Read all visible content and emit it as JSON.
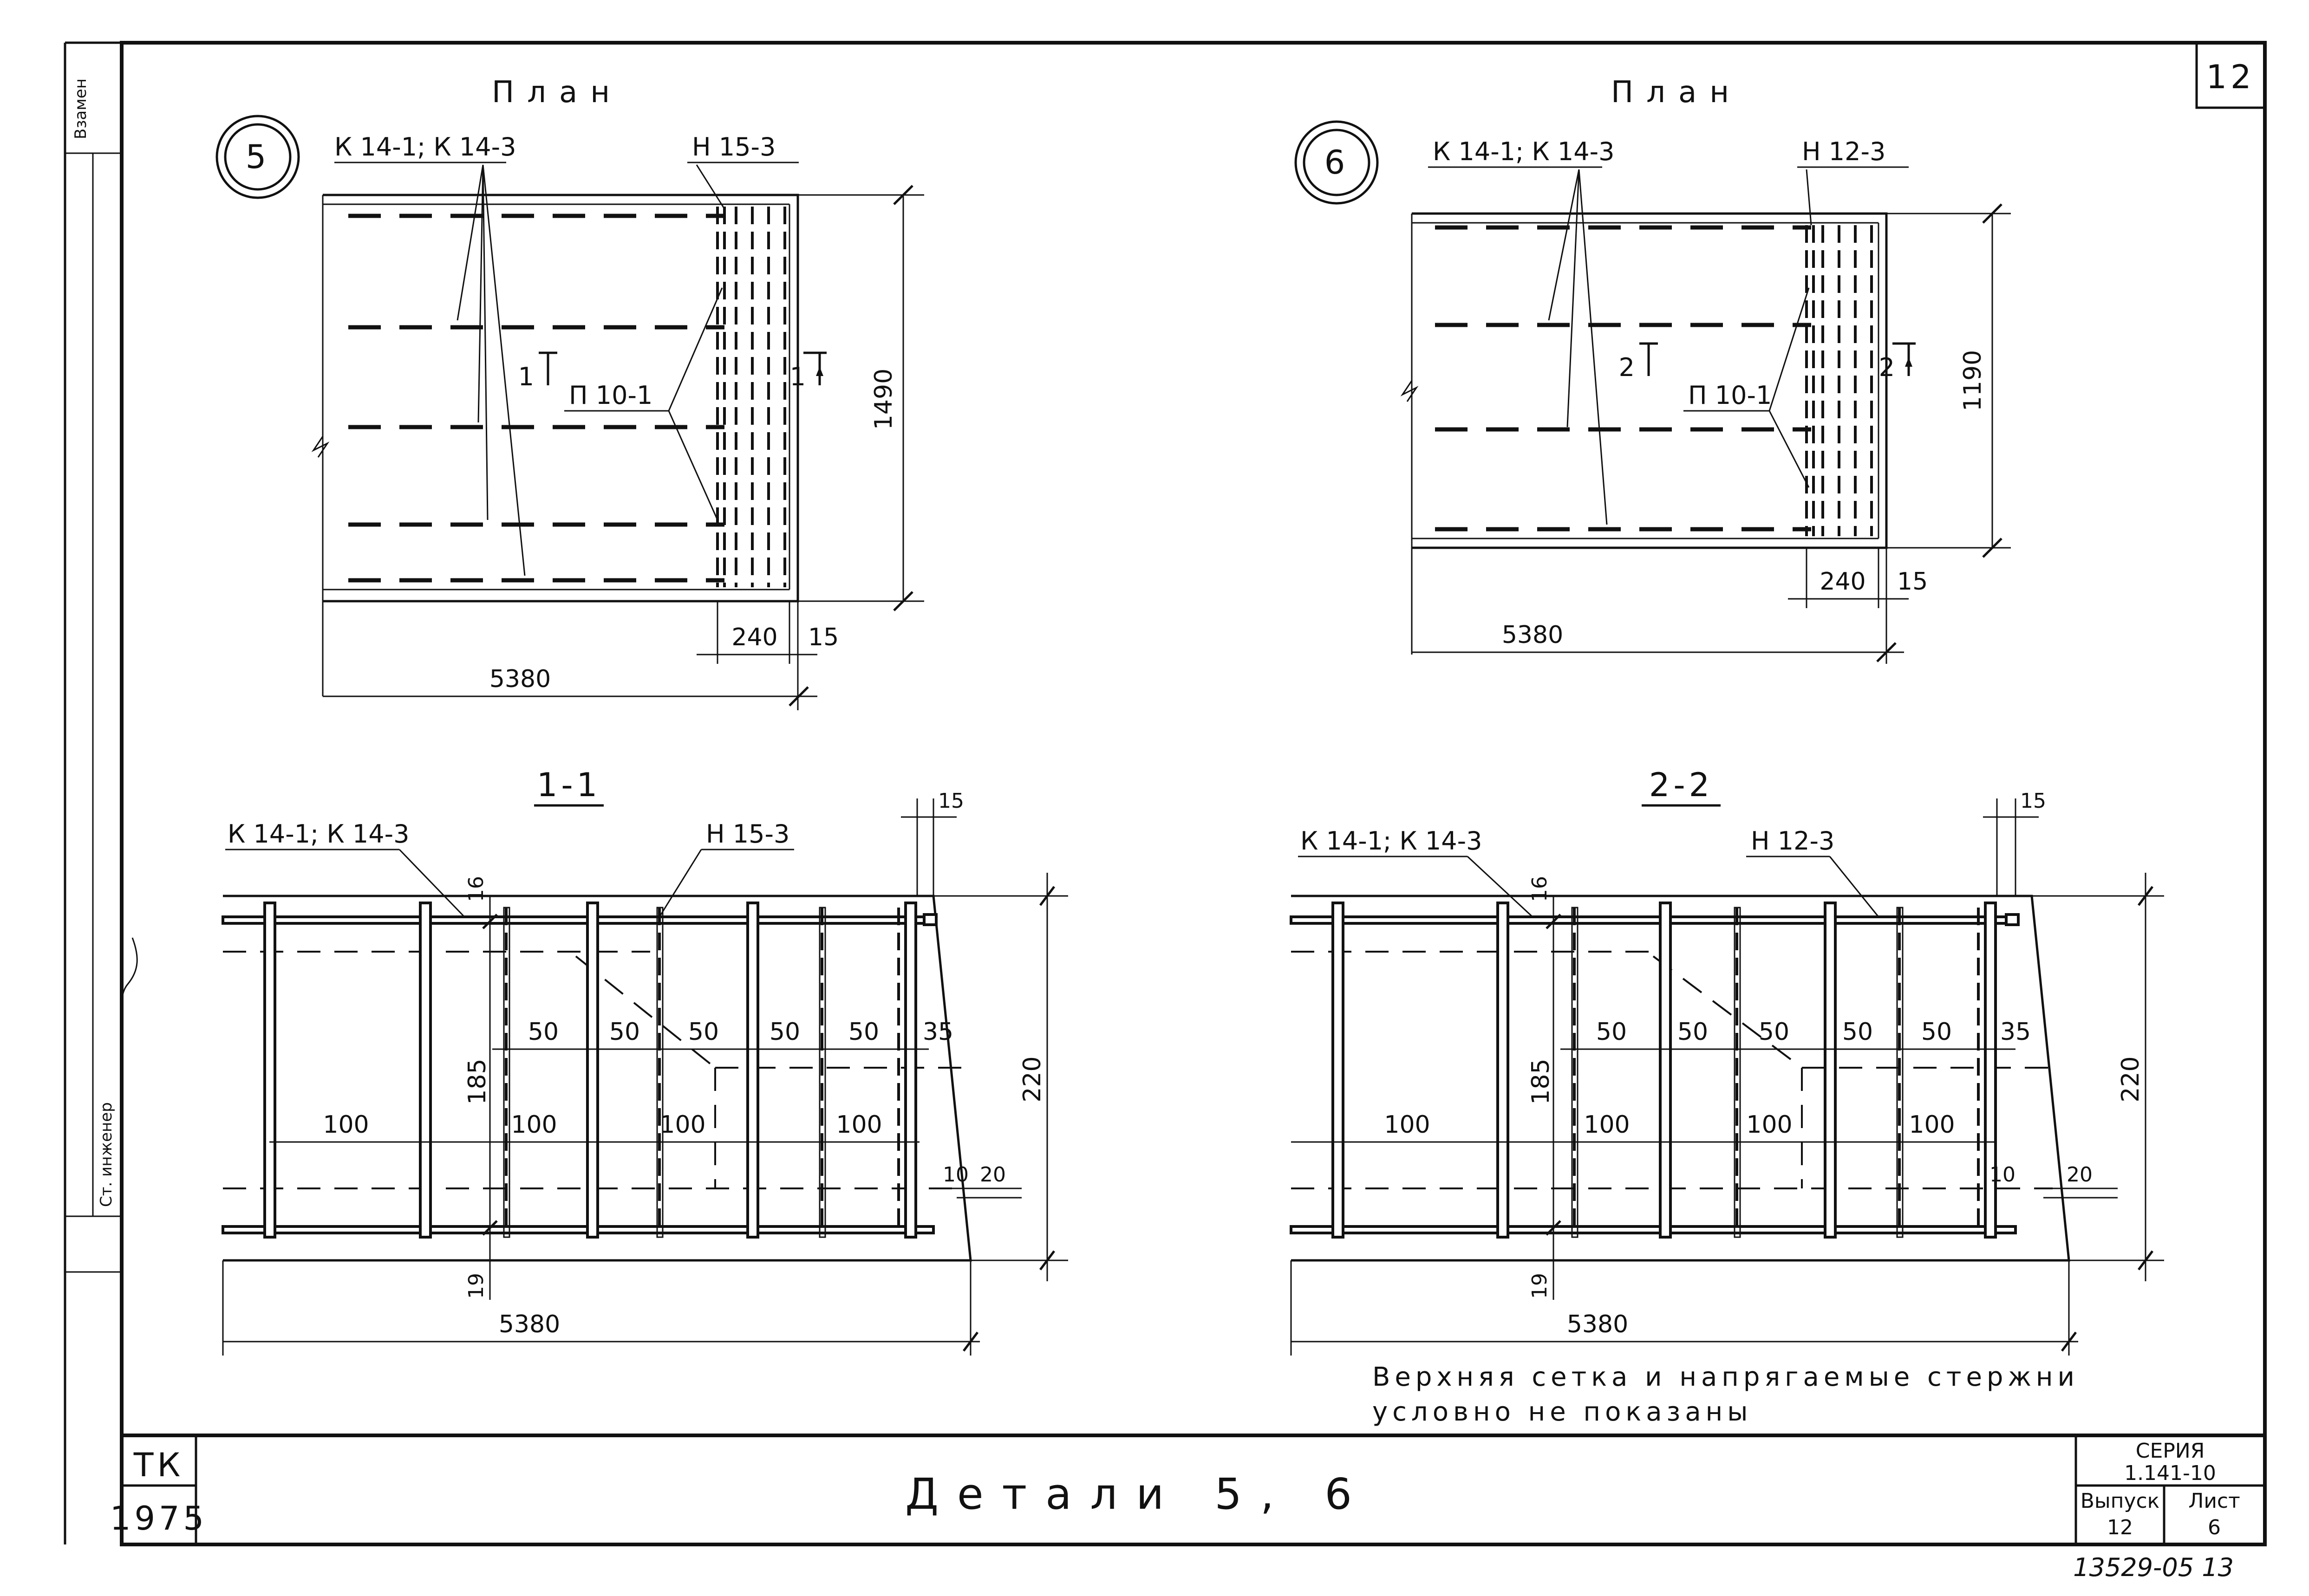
{
  "sheet": {
    "page_number": "12",
    "title": "Детали 5, 6",
    "stamp_left_top": "ТК",
    "stamp_left_bottom": "1975",
    "series_label": "СЕРИЯ",
    "series_value": "1.141-10",
    "issue_label": "Выпуск",
    "issue_value": "12",
    "sheet_label": "Лист",
    "sheet_value": "6",
    "archive_number": "13529-05  13",
    "side_labels": [
      "Взамен",
      "Ст. инженер"
    ]
  },
  "plan5": {
    "heading": "План",
    "detail_no": "5",
    "label_k": "К 14-1; К 14-3",
    "label_n": "Н 15-3",
    "label_p": "П 10-1",
    "section_mark": "1",
    "dim_length": "5380",
    "dim_height": "1490",
    "dim_240": "240",
    "dim_15": "15"
  },
  "plan6": {
    "heading": "План",
    "detail_no": "6",
    "label_k": "К 14-1; К 14-3",
    "label_n": "Н 12-3",
    "label_p": "П 10-1",
    "section_mark": "2",
    "dim_length": "5380",
    "dim_height": "1190",
    "dim_240": "240",
    "dim_15": "15"
  },
  "section1": {
    "heading": "1-1",
    "label_k": "К 14-1; К 14-3",
    "label_n": "Н 15-3",
    "dim_length": "5380",
    "dim_height": "220",
    "dim_185": "185",
    "dim_16": "16",
    "dim_19": "19",
    "dim_15": "15",
    "dim_35": "35",
    "dim_10": "10",
    "dim_20": "20",
    "spacing_50": "50",
    "spacing_100": "100"
  },
  "section2": {
    "heading": "2-2",
    "label_k": "К 14-1; К 14-3",
    "label_n": "Н 12-3",
    "dim_length": "5380",
    "dim_height": "220",
    "dim_185": "185",
    "dim_16": "16",
    "dim_19": "19",
    "dim_15": "15",
    "dim_35": "35",
    "dim_10": "10",
    "dim_20": "20",
    "spacing_50": "50",
    "spacing_100": "100"
  },
  "note": {
    "line1": "Верхняя сетка и напрягаемые стержни",
    "line2": "условно не показаны"
  }
}
